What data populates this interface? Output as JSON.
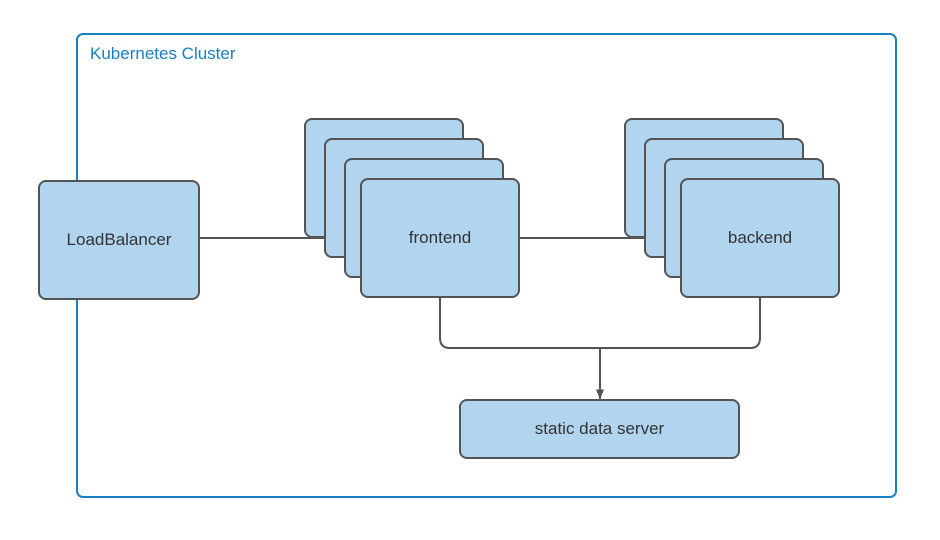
{
  "diagram": {
    "type": "architecture-diagram",
    "background_color": "#ffffff",
    "cluster": {
      "label": "Kubernetes Cluster",
      "border_color": "#1a80c4",
      "text_color": "#1a80c4"
    },
    "node_style": {
      "fill": "#b1d5ef",
      "border": "#545454",
      "text_color": "#333333"
    },
    "nodes": [
      {
        "id": "loadbalancer",
        "label": "LoadBalancer",
        "shape": "rounded-rect",
        "replicas": 1
      },
      {
        "id": "frontend",
        "label": "frontend",
        "shape": "stacked-rounded-rect",
        "replicas": 4
      },
      {
        "id": "backend",
        "label": "backend",
        "shape": "stacked-rounded-rect",
        "replicas": 4
      },
      {
        "id": "static-data-server",
        "label": "static data server",
        "shape": "rounded-rect",
        "replicas": 1
      }
    ],
    "edges": [
      {
        "from": "loadbalancer",
        "to": "frontend",
        "arrow": true
      },
      {
        "from": "frontend",
        "to": "backend",
        "arrow": true
      },
      {
        "from": "frontend",
        "to": "static-data-server",
        "arrow": true
      },
      {
        "from": "backend",
        "to": "static-data-server",
        "arrow": true
      }
    ],
    "edge_color": "#545454"
  }
}
